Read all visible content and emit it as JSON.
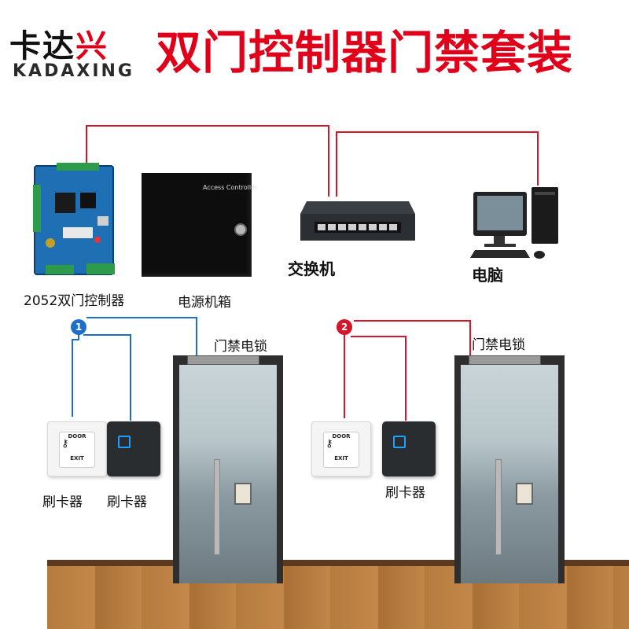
{
  "header": {
    "logo_cn_1": "卡达",
    "logo_cn_2": "兴",
    "logo_en": "KADAXING",
    "title": "双门控制器门禁套装"
  },
  "devices": {
    "controller_label": "2052双门控制器",
    "power_box_label": "电源机箱",
    "power_box_text": "Access Controller",
    "switch_label": "交换机",
    "pc_label": "电脑"
  },
  "door1": {
    "number": "1",
    "lock_label": "门禁电锁",
    "exit_button_label": "刷卡器",
    "card_reader_label": "刷卡器",
    "exit_text_1": "DOOR",
    "exit_text_2": "EXIT"
  },
  "door2": {
    "number": "2",
    "lock_label": "门禁电锁",
    "card_reader_label": "刷卡器",
    "exit_text_1": "DOOR",
    "exit_text_2": "EXIT"
  },
  "colors": {
    "brand_red": "#e1001a",
    "wire_red": "#d4152a",
    "wire_blue": "#1f6fc8"
  }
}
